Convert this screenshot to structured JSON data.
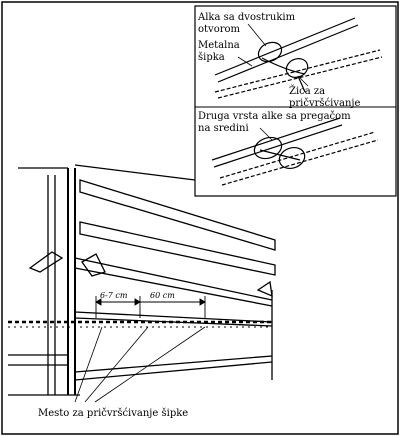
{
  "inset": {
    "label_ring_double": [
      "Alka sa dvostrukim",
      "otvorom"
    ],
    "label_metal_bar": [
      "Metalna",
      "šipka"
    ],
    "label_fix_wire": [
      "Žica za",
      "pričvršćivanje"
    ],
    "label_ring_clamp": [
      "Druga vrsta alke sa pregačom",
      "na sredini"
    ]
  },
  "main": {
    "dim_a": "6-7 cm",
    "dim_b": "60 cm",
    "label_attach_points": "Mesto za pričvršćivanje šipke"
  }
}
